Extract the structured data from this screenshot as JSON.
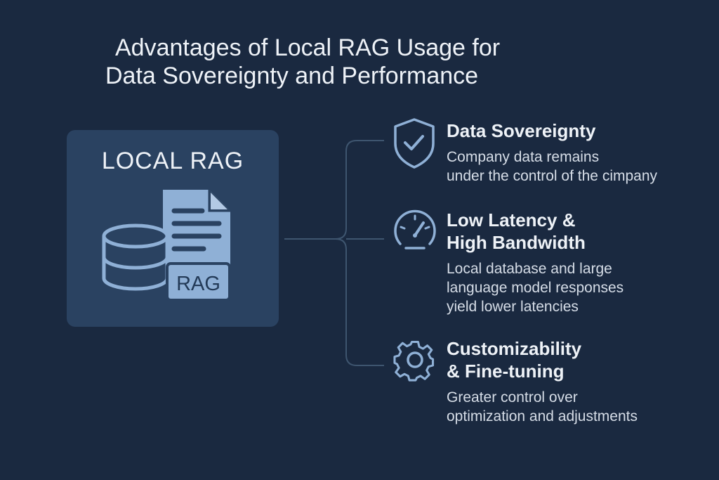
{
  "title": {
    "line1": "Advantages of Local RAG Usage for",
    "line2": "Data Sovereignty and Performance"
  },
  "card": {
    "heading": "LOCAL RAG",
    "badge": "RAG",
    "icons": [
      "database-icon",
      "document-icon"
    ]
  },
  "items": [
    {
      "icon": "shield-check-icon",
      "heading_lines": [
        "Data Sovereignty"
      ],
      "desc_lines": [
        "Company data remains",
        "under the control of the cimpany"
      ]
    },
    {
      "icon": "speedometer-icon",
      "heading_lines": [
        "Low Latency &",
        "High Bandwidth"
      ],
      "desc_lines": [
        "Local database and large",
        "language model responses",
        "yield lower latencies"
      ]
    },
    {
      "icon": "gear-icon",
      "heading_lines": [
        "Customizability",
        "& Fine-tuning"
      ],
      "desc_lines": [
        "Greater control over",
        "optimization and adjustments"
      ]
    }
  ],
  "colors": {
    "background": "#1a2940",
    "card": "#2a4261",
    "icon_stroke": "#8fb0d6",
    "badge_fill": "#8fb0d6",
    "text": "#eef2f7"
  }
}
